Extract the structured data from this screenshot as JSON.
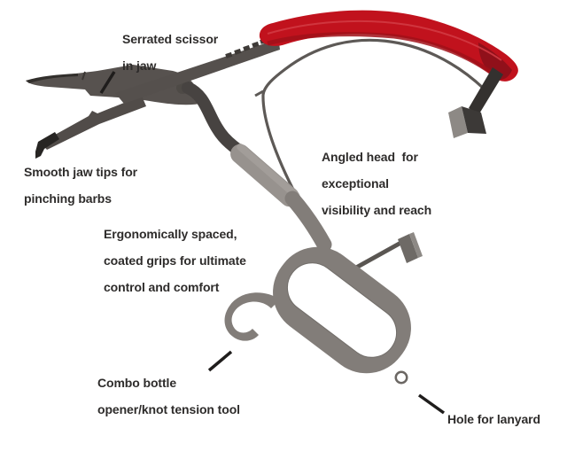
{
  "annotations": {
    "serrated_scissor": "Serrated scissor\nin jaw",
    "smooth_jaw_tips": "Smooth jaw tips for\npinching barbs",
    "angled_head": "Angled head  for\nexceptional\nvisibility and reach",
    "ergonomic_grips": "Ergonomically spaced,\ncoated grips for ultimate\ncontrol and comfort",
    "combo_opener": "Combo bottle\nopener/knot tension tool",
    "lanyard_hole": "Hole for lanyard"
  },
  "colors": {
    "background": "#ffffff",
    "red_grip": "#c1121d",
    "red_dark": "#90101a",
    "red_band": "#a01019",
    "red_highlight": "#d23a42",
    "metal_dark": "#57524f",
    "metal_darker": "#322f2c",
    "jaw_tip_black": "#272523",
    "handle_gray": "#827d79",
    "grip_coat": "#97928e",
    "wire_gray": "#5d5956",
    "text": "#2e2c2b",
    "leader": "#1f1d1c"
  }
}
